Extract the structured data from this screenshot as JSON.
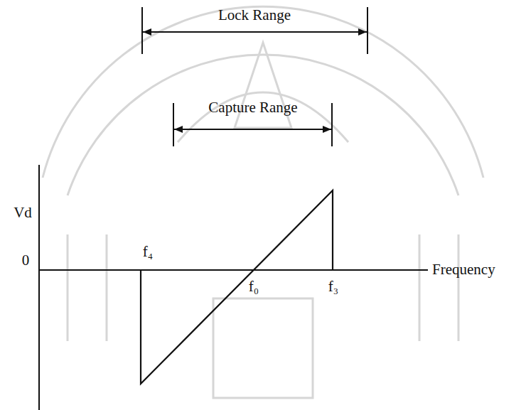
{
  "diagram": {
    "labels": [
      "Lock Range",
      "Capture Range",
      "Vd",
      "0",
      "f₄",
      "f₀",
      "f₃",
      "Frequency"
    ]
  }
}
